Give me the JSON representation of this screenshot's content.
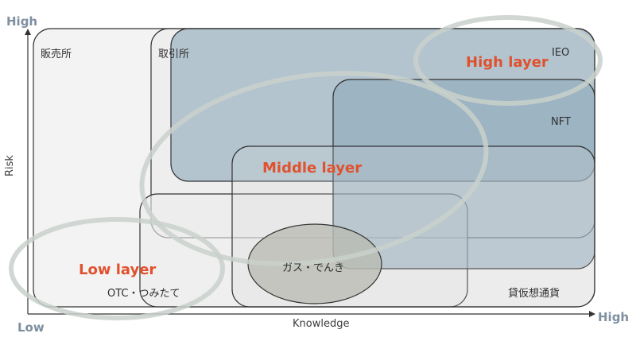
{
  "axes": {
    "y_high": "High",
    "y_title": "Risk",
    "x_low": "Low",
    "x_title": "Knowledge",
    "x_high": "High"
  },
  "regions": {
    "hanbaisho": "販売所",
    "torihikisho": "取引所",
    "ieo": "IEO",
    "nft": "NFT",
    "kashi": "貸仮想通貨",
    "gas": "ガス・でんき",
    "otc": "OTC・つみたて"
  },
  "layers": {
    "high": "High layer",
    "middle": "Middle layer",
    "low": "Low layer"
  },
  "colors": {
    "axis": "#7e8f9f",
    "layer_text": "#e0512e",
    "ellipse": "#c9d1cb",
    "blue_fill": "#9db4c4",
    "gas_fill": "#b8bcb4",
    "box_stroke": "#333333"
  }
}
